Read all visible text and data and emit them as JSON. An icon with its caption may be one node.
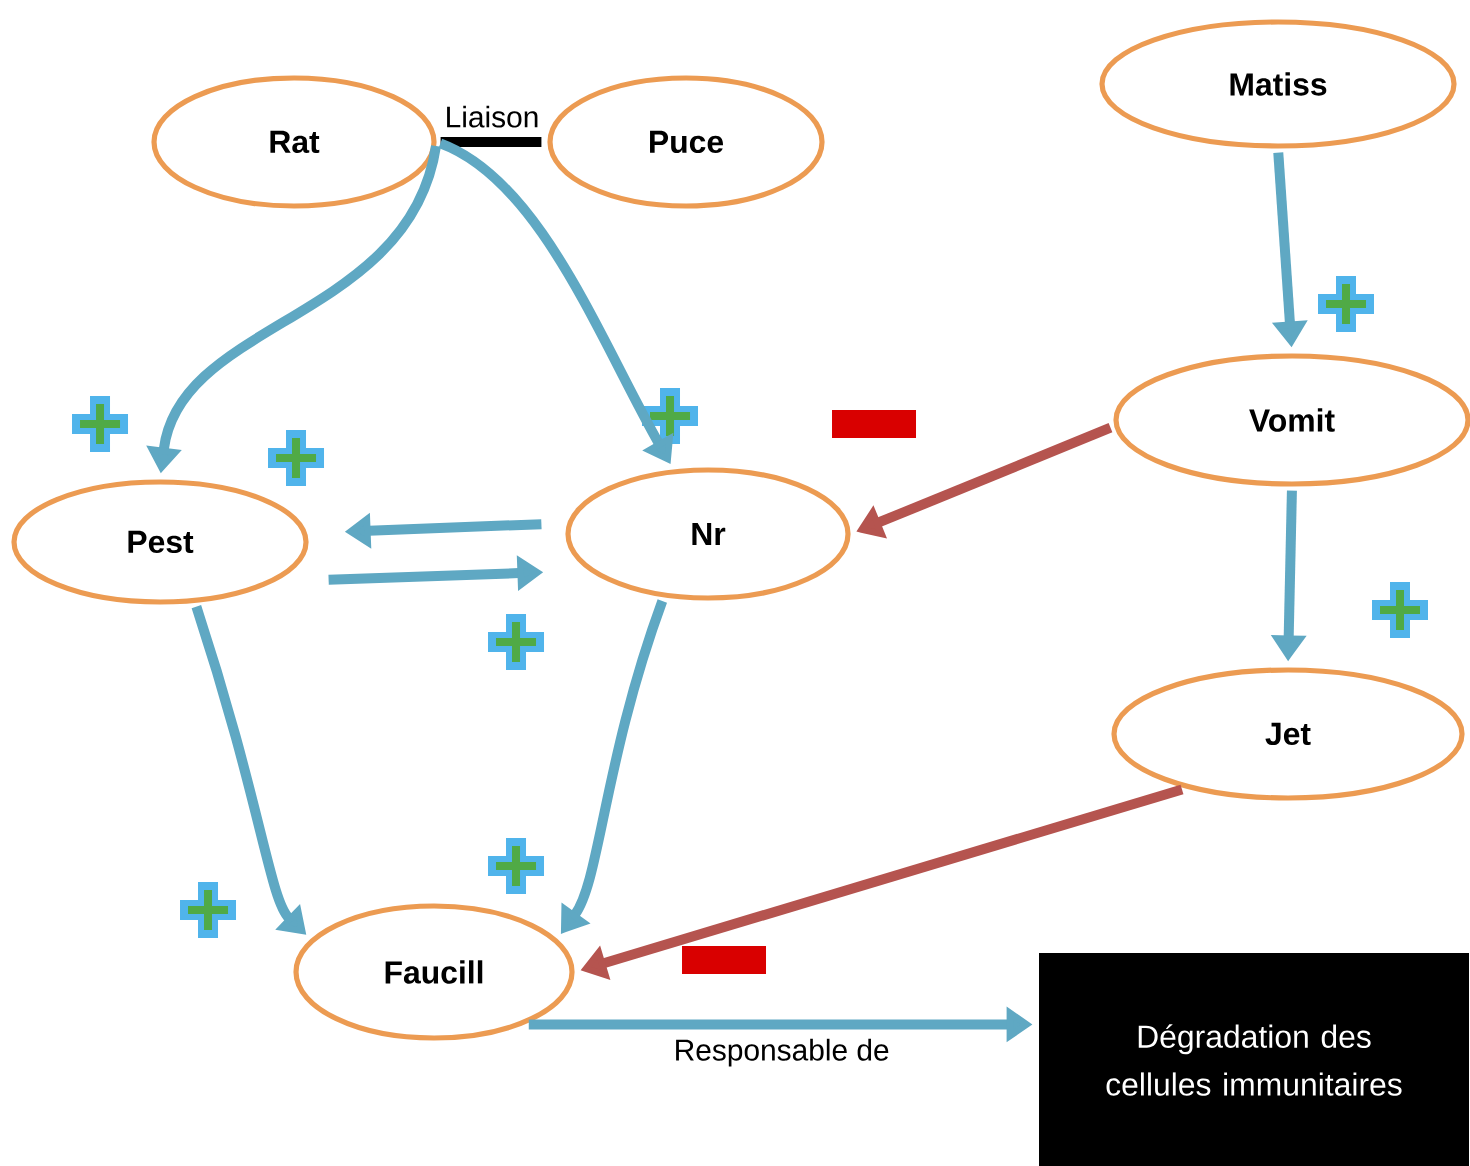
{
  "diagram": {
    "nodes": [
      {
        "text": [
          "Rat"
        ]
      },
      {
        "text": [
          "Puce"
        ]
      },
      {
        "text": [
          "Matiss"
        ]
      },
      {
        "text": [
          "Pest"
        ]
      },
      {
        "text": [
          "Nr"
        ]
      },
      {
        "text": [
          "Vomit"
        ]
      },
      {
        "text": [
          "Jet"
        ]
      },
      {
        "text": [
          "Faucill"
        ]
      },
      {
        "text": [
          "Dégradation des cellules immunitaires"
        ]
      }
    ],
    "edges": [
      {
        "from": 0,
        "to": 1,
        "arrow": "none",
        "label": "Liaison",
        "color": "#000000"
      },
      {
        "from": 0,
        "to": 3,
        "arrow": "to"
      },
      {
        "from": 0,
        "to": 4,
        "arrow": "to"
      },
      {
        "from": 2,
        "to": 5,
        "arrow": "to"
      },
      {
        "from": 4,
        "to": 3,
        "arrow": "to"
      },
      {
        "from": 3,
        "to": 4,
        "arrow": "to"
      },
      {
        "from": 5,
        "to": 4,
        "arrow": "to",
        "color": "#b5544f"
      },
      {
        "from": 5,
        "to": 6,
        "arrow": "to"
      },
      {
        "from": 3,
        "to": 7,
        "arrow": "to"
      },
      {
        "from": 4,
        "to": 7,
        "arrow": "to"
      },
      {
        "from": 6,
        "to": 7,
        "arrow": "to",
        "color": "#b5544f"
      },
      {
        "from": 7,
        "to": 8,
        "arrow": "to",
        "label": "Responsable de"
      }
    ]
  }
}
